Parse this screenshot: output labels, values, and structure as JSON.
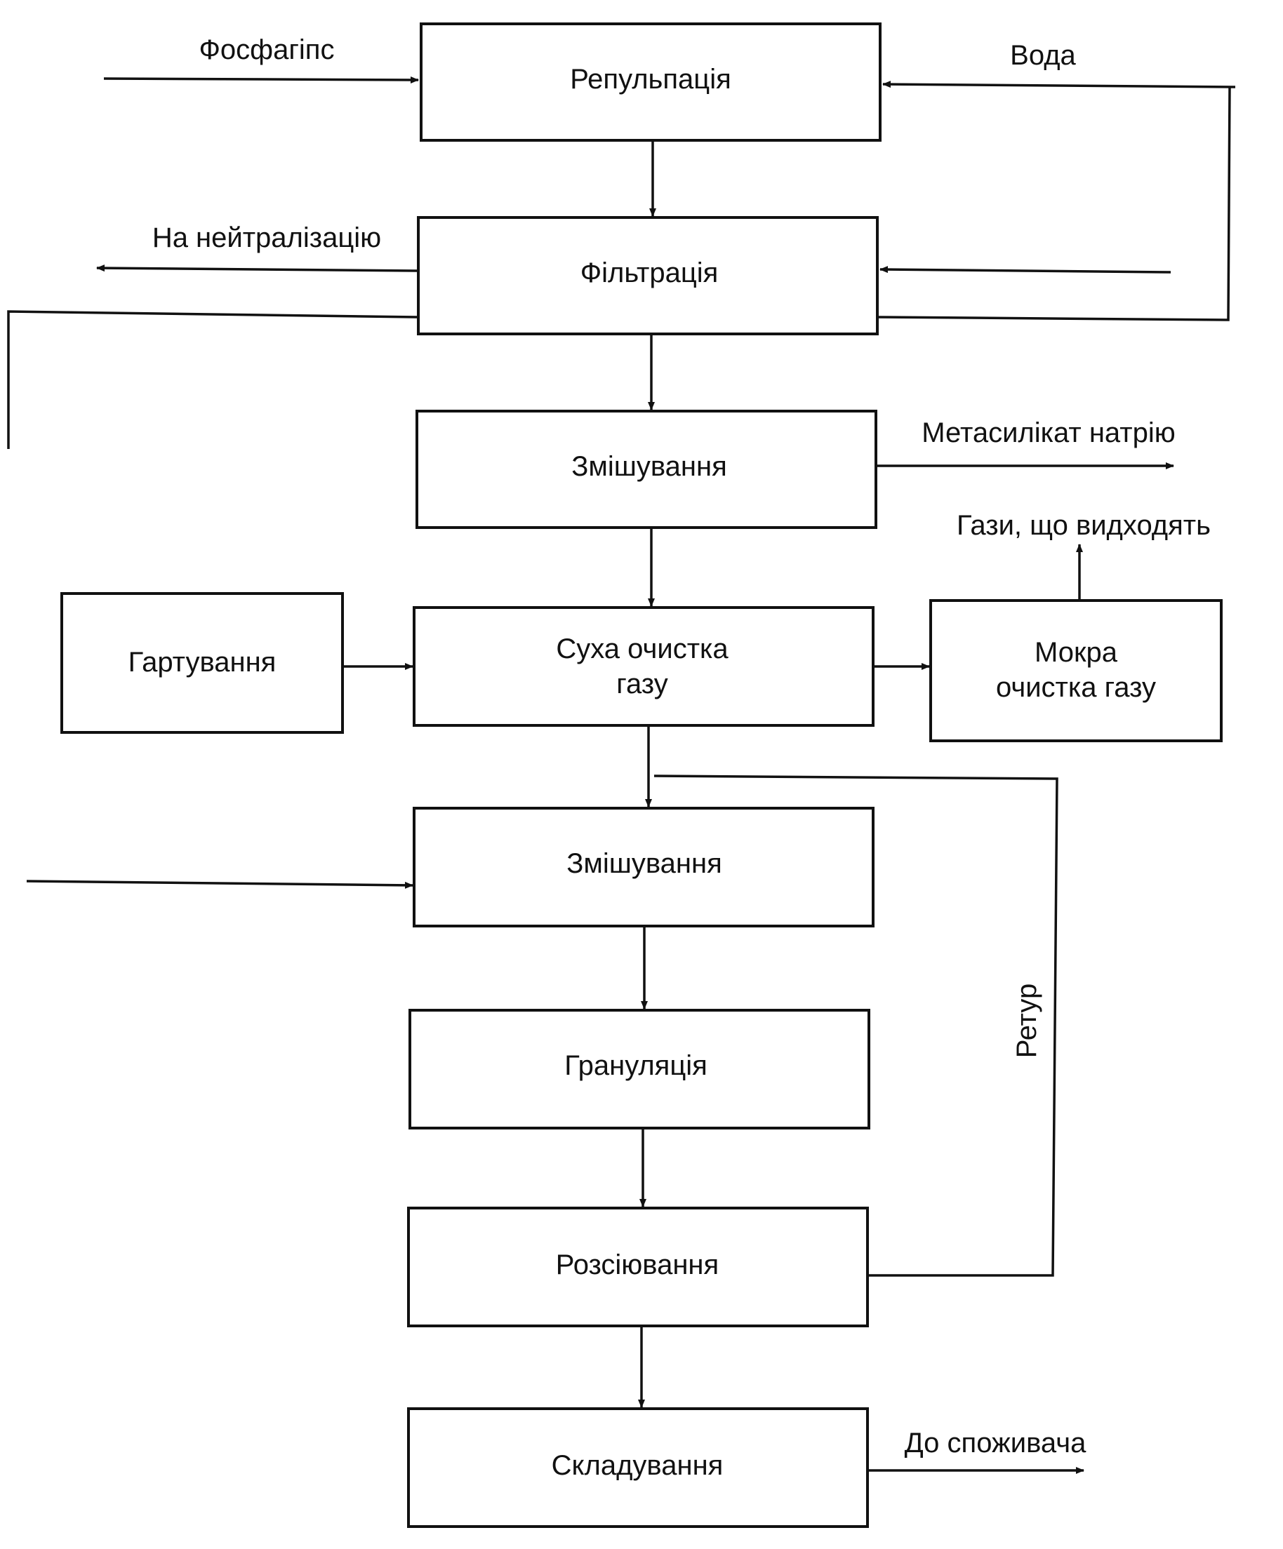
{
  "boxes": {
    "repulpation": "Репульпація",
    "filtration": "Фільтрація",
    "mixing1": "Змішування",
    "dry_gas_cleaning": {
      "line1": "Суха очистка",
      "line2": "газу"
    },
    "tempering": "Гартування",
    "wet_gas_cleaning": {
      "line1": "Мокра",
      "line2": "очистка газу"
    },
    "mixing2": "Змішування",
    "granulation": "Грануляція",
    "screening": "Розсіювання",
    "storage": "Складування"
  },
  "flows": {
    "phosphogypsum": "Фосфагіпс",
    "water": "Вода",
    "to_neutralization": "На нейтралізацію",
    "sodium_metasilicate": "Метасилікат натрію",
    "off_gases": "Гази, що видходять",
    "return": "Ретур",
    "to_consumer": "До споживача"
  }
}
